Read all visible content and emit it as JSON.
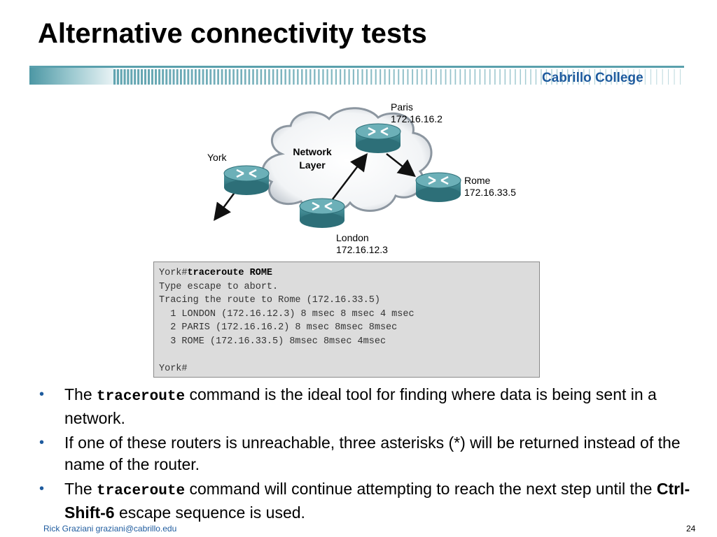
{
  "slide": {
    "title": "Alternative connectivity tests",
    "college": "Cabrillo College",
    "footer_author": "Rick Graziani  graziani@cabrillo.edu",
    "page_number": "24"
  },
  "diagram": {
    "cloud_label_line1": "Network",
    "cloud_label_line2": "Layer",
    "routers": [
      {
        "name": "York",
        "ip": ""
      },
      {
        "name": "Paris",
        "ip": "172.16.16.2"
      },
      {
        "name": "Rome",
        "ip": "172.16.33.5"
      },
      {
        "name": "London",
        "ip": "172.16.12.3"
      }
    ]
  },
  "terminal": {
    "line1_prompt": "York#",
    "line1_cmd": "traceroute ROME",
    "line2": "Type escape to abort.",
    "line3": "Tracing the route to Rome (172.16.33.5)",
    "line4": "  1 LONDON (172.16.12.3) 8 msec 8 msec 4 msec",
    "line5": "  2 PARIS (172.16.16.2) 8 msec 8msec 8msec",
    "line6": "  3 ROME (172.16.33.5) 8msec 8msec 4msec",
    "line7": "",
    "line8": "York#"
  },
  "bullets": [
    {
      "pre": "The ",
      "code": "traceroute",
      "post": " command is the ideal tool for finding where data is being sent in a network."
    },
    {
      "text": "If one of these routers is unreachable, three asterisks (*) will be returned instead of the name of the router."
    },
    {
      "pre": "The ",
      "code": "traceroute",
      "mid": " command will continue attempting to reach the next step until the ",
      "bold": "Ctrl-Shift-6",
      "post": " escape sequence is used."
    }
  ],
  "colors": {
    "accent": "#1e5b9e",
    "banner": "#5aa0ad",
    "router": "#3f8a94"
  }
}
